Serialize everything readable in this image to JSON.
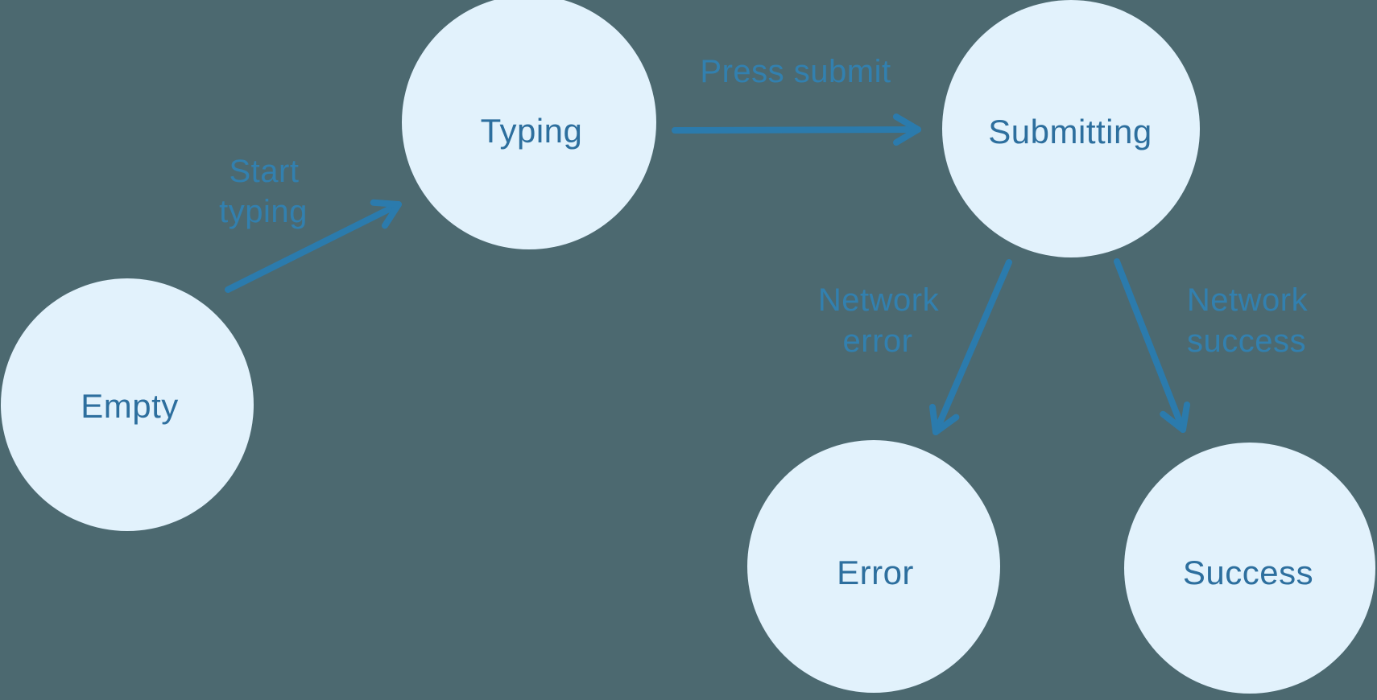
{
  "colors": {
    "background": "#4C6970",
    "node_fill": "#E2F2FC",
    "node_text": "#2D6F9E",
    "arrow": "#2B7BAD",
    "edge_label": "#3280AF"
  },
  "nodes": {
    "empty": {
      "label": "Empty"
    },
    "typing": {
      "label": "Typing"
    },
    "submitting": {
      "label": "Submitting"
    },
    "error": {
      "label": "Error"
    },
    "success": {
      "label": "Success"
    }
  },
  "edges": {
    "start_typing": {
      "from": "Empty",
      "to": "Typing",
      "line1": "Start",
      "line2": "typing"
    },
    "press_submit": {
      "from": "Typing",
      "to": "Submitting",
      "line1": "Press submit",
      "line2": ""
    },
    "network_error": {
      "from": "Submitting",
      "to": "Error",
      "line1": "Network",
      "line2": "error"
    },
    "network_success": {
      "from": "Submitting",
      "to": "Success",
      "line1": "Network",
      "line2": "success"
    }
  }
}
